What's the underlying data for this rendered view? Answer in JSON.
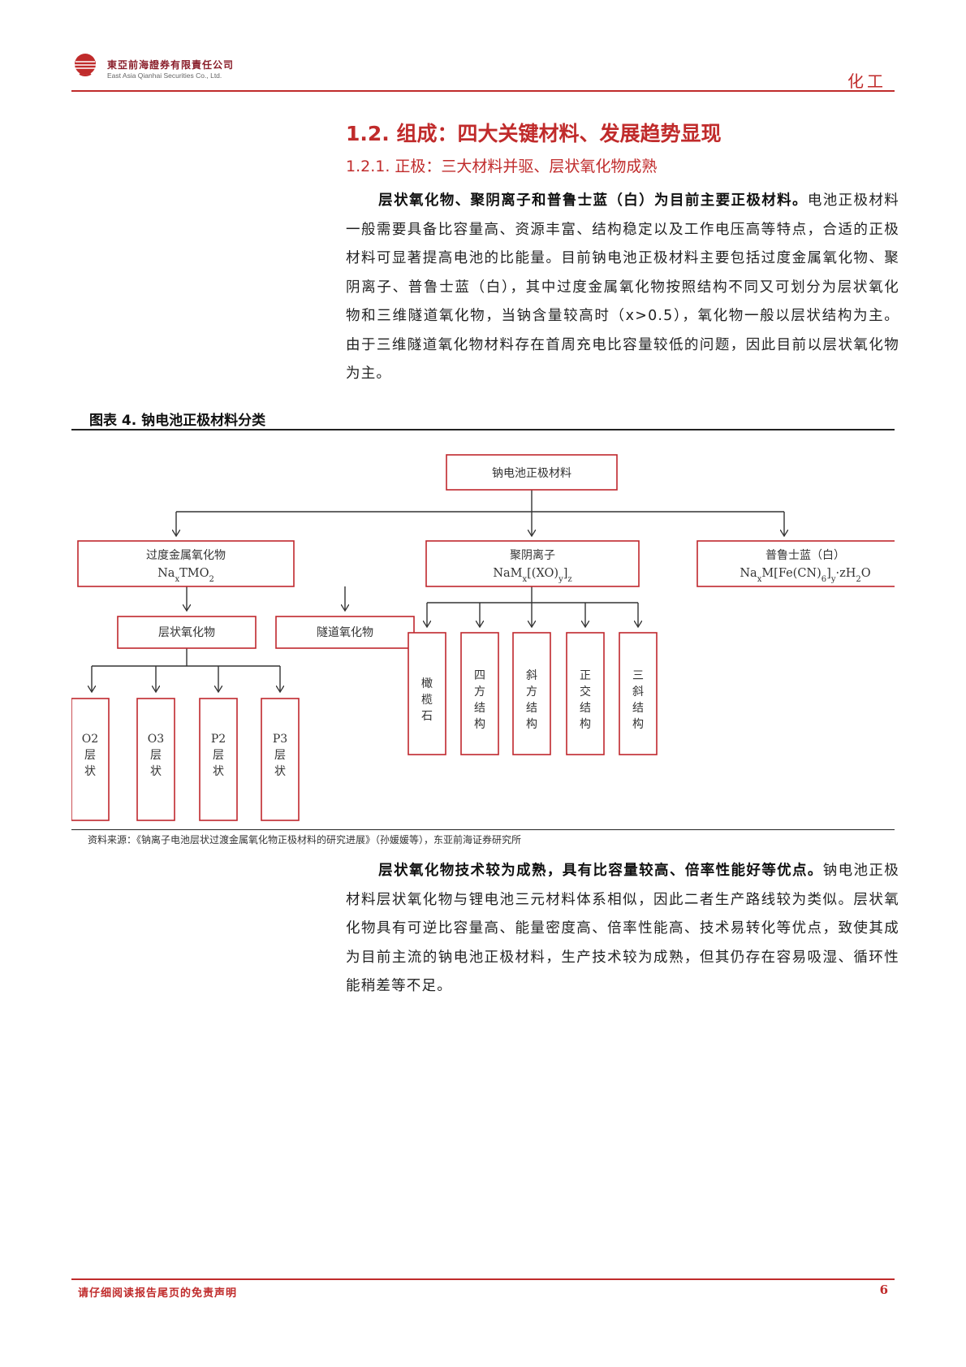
{
  "header": {
    "company_cn": "東亞前海證券有限責任公司",
    "company_en": "East Asia Qianhai Securities Co., Ltd.",
    "sector": "化工",
    "brand_color": "#c02b2b"
  },
  "section": {
    "h2": "1.2. 组成：四大关键材料、发展趋势显现",
    "h3": "1.2.1. 正极：三大材料并驱、层状氧化物成熟"
  },
  "paragraph1": {
    "lead": "层状氧化物、聚阴离子和普鲁士蓝（白）为目前主要正极材料。",
    "body": "电池正极材料一般需要具备比容量高、资源丰富、结构稳定以及工作电压高等特点，合适的正极材料可显著提高电池的比能量。目前钠电池正极材料主要包括过度金属氧化物、聚阴离子、普鲁士蓝（白），其中过度金属氧化物按照结构不同又可划分为层状氧化物和三维隧道氧化物，当钠含量较高时（x>0.5），氧化物一般以层状结构为主。由于三维隧道氧化物材料存在首周充电比容量较低的问题，因此目前以层状氧化物为主。"
  },
  "figure": {
    "title": "图表 4.   钠电池正极材料分类",
    "root": "钠电池正极材料",
    "branches": [
      {
        "label": "过度金属氧化物",
        "formula_html": "Na<tspan baseline-shift=\"sub\" font-size=\"10\">x</tspan>TMO<tspan baseline-shift=\"sub\" font-size=\"10\">2</tspan>"
      },
      {
        "label": "聚阴离子",
        "formula_html": "NaM<tspan baseline-shift=\"sub\" font-size=\"10\">x</tspan>[(XO)<tspan baseline-shift=\"sub\" font-size=\"10\">y</tspan>]<tspan baseline-shift=\"sub\" font-size=\"10\">z</tspan>"
      },
      {
        "label": "普鲁士蓝（白）",
        "formula_html": "Na<tspan baseline-shift=\"sub\" font-size=\"10\">x</tspan>M[Fe(CN)<tspan baseline-shift=\"sub\" font-size=\"10\">6</tspan>]<tspan baseline-shift=\"sub\" font-size=\"10\">y</tspan>·zH<tspan baseline-shift=\"sub\" font-size=\"10\">2</tspan>O"
      }
    ],
    "oxide_children": [
      "层状氧化物",
      "隧道氧化物"
    ],
    "layered_types": [
      {
        "code": "O2",
        "label": "层状"
      },
      {
        "code": "O3",
        "label": "层状"
      },
      {
        "code": "P2",
        "label": "层状"
      },
      {
        "code": "P3",
        "label": "层状"
      }
    ],
    "polyanion_types": [
      "橄榄石",
      "四方结构",
      "斜方结构",
      "正交结构",
      "三斜结构"
    ],
    "source": "资料来源：《钠离子电池层状过渡金属氧化物正极材料的研究进展》（孙媛媛等），东亚前海证券研究所"
  },
  "paragraph2": {
    "lead": "层状氧化物技术较为成熟，具有比容量较高、倍率性能好等优点。",
    "body": "钠电池正极材料层状氧化物与锂电池三元材料体系相似，因此二者生产路线较为类似。层状氧化物具有可逆比容量高、能量密度高、倍率性能高、技术易转化等优点，致使其成为目前主流的钠电池正极材料，生产技术较为成熟，但其仍存在容易吸湿、循环性能稍差等不足。"
  },
  "footer": {
    "note": "请仔细阅读报告尾页的免责声明",
    "page": "6"
  }
}
